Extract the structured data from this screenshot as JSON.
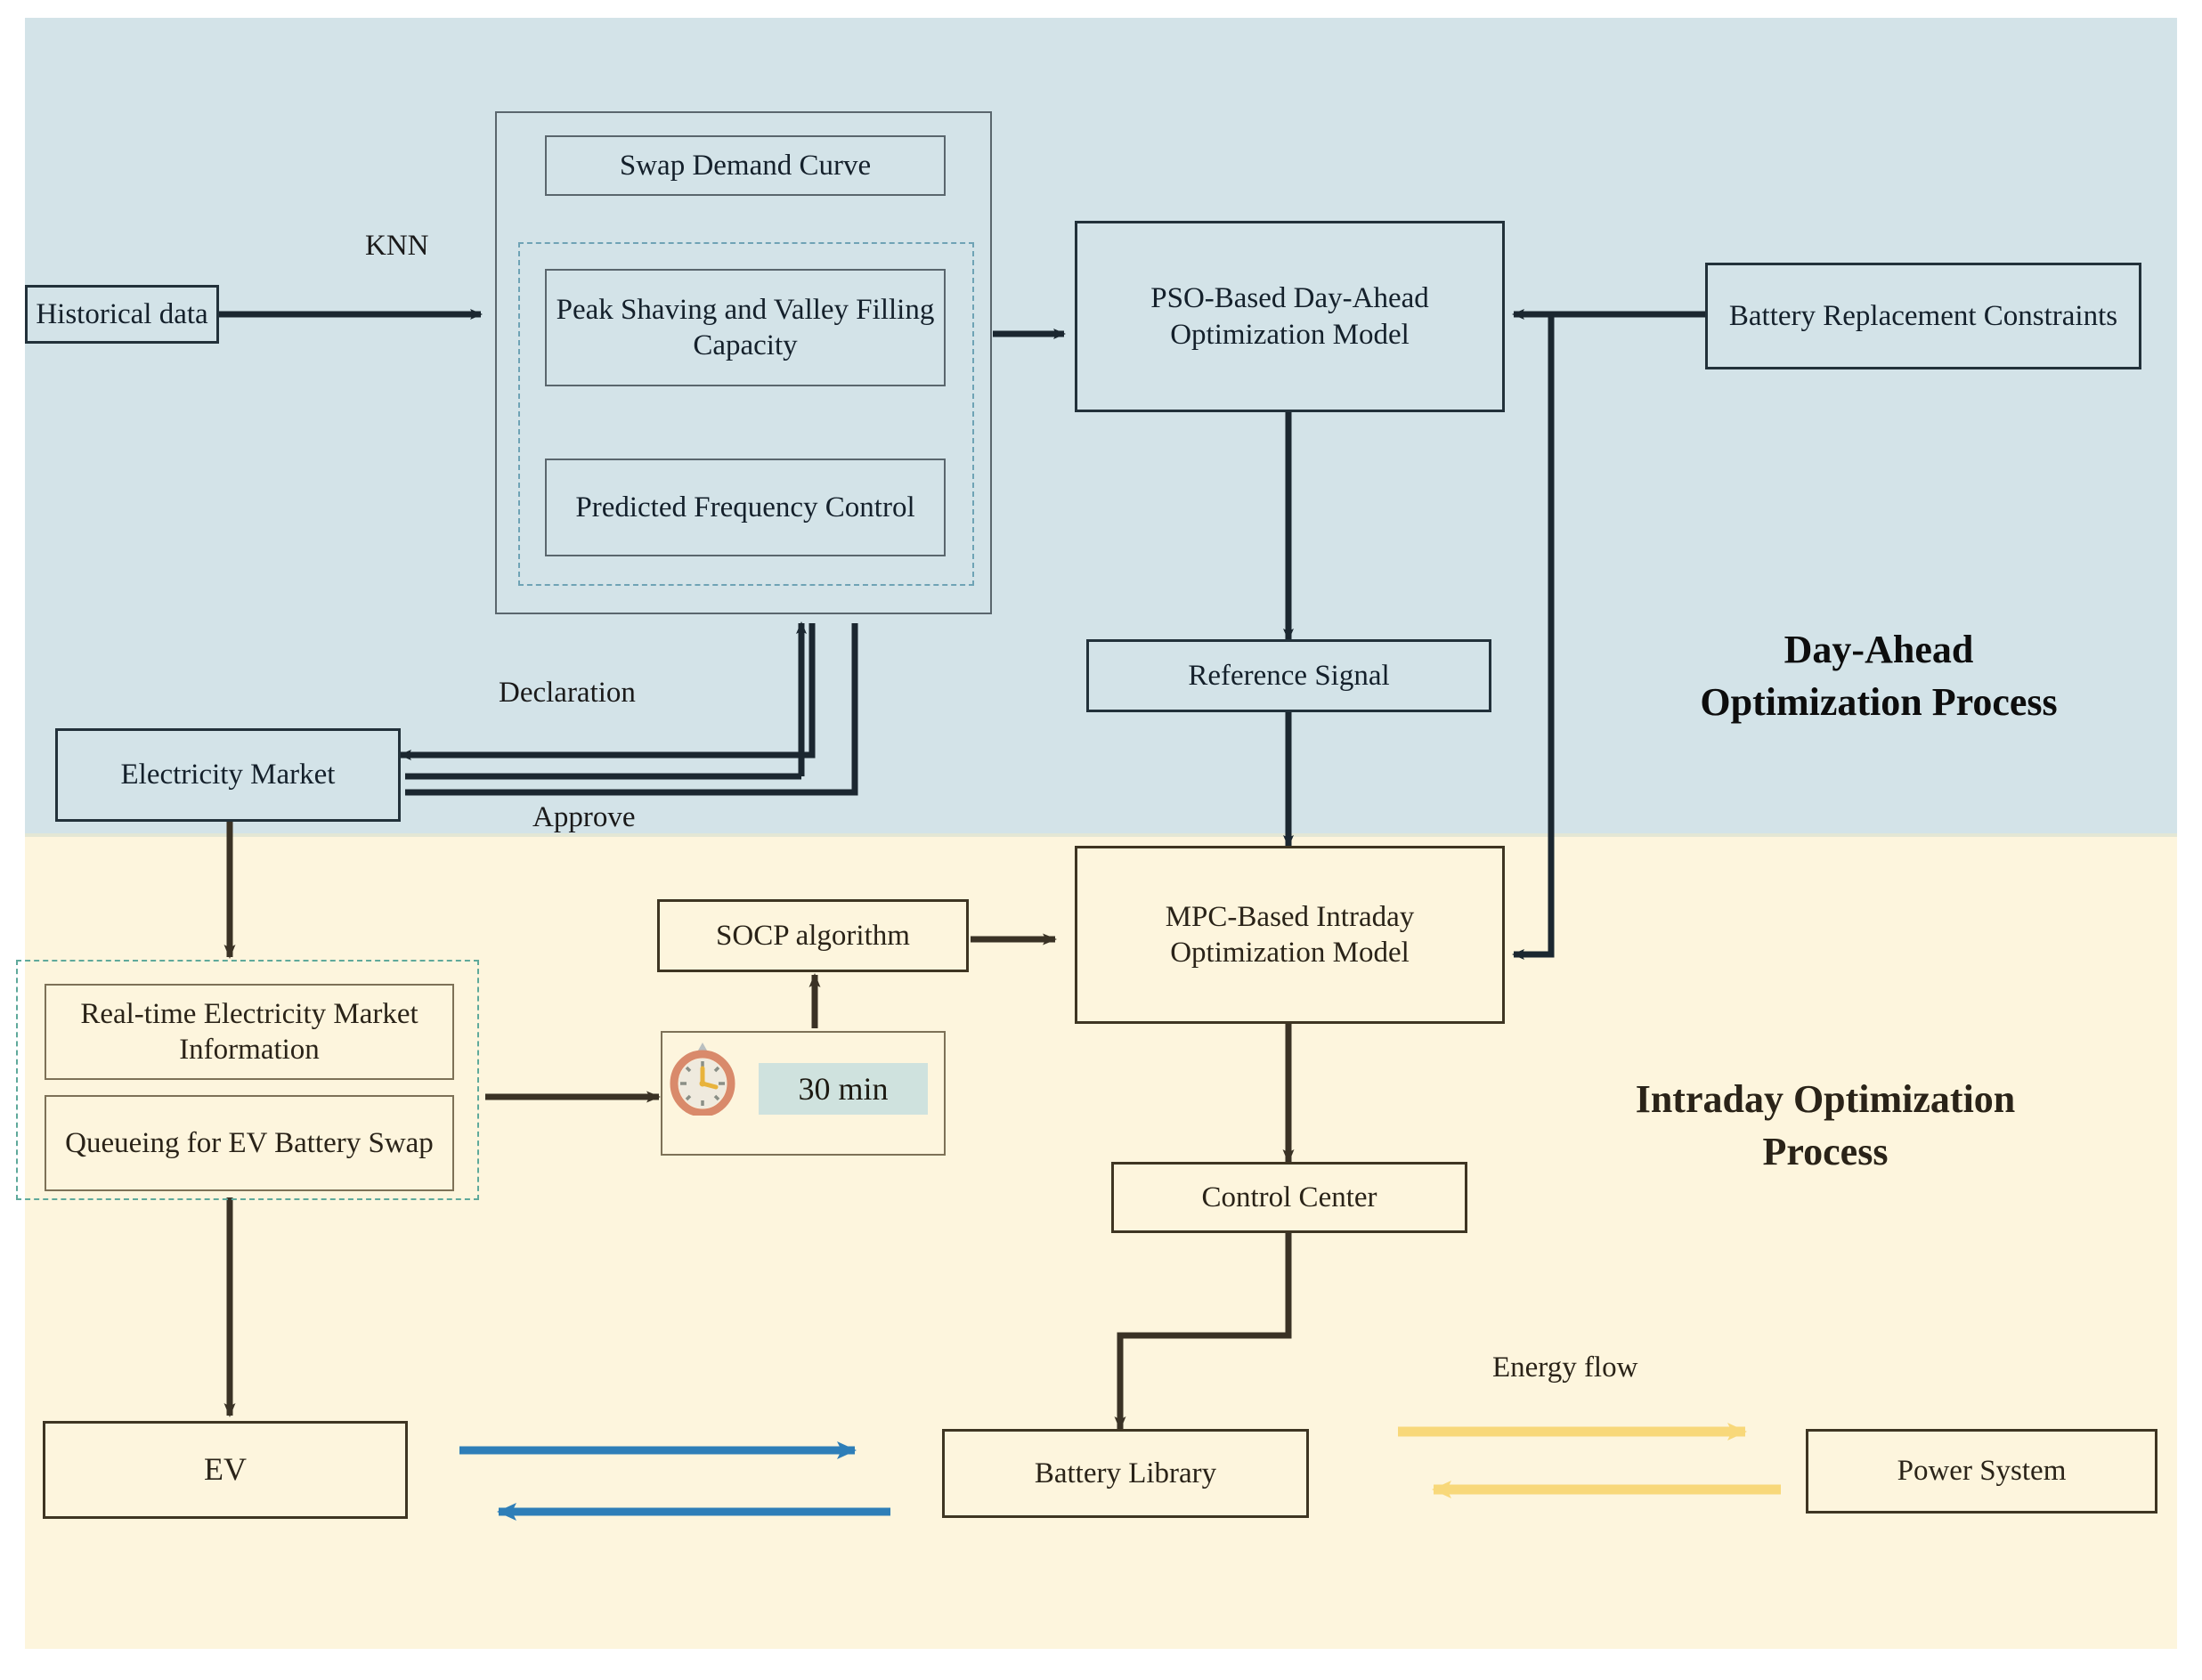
{
  "diagram": {
    "type": "flowchart",
    "sections": [
      {
        "id": "day-ahead",
        "title_line1": "Day-Ahead",
        "title_line2": "Optimization  Process",
        "bg_color": "#d3e3e8"
      },
      {
        "id": "intraday",
        "title_line1": "Intraday Optimization",
        "title_line2": "Process",
        "bg_color": "#fdf5dd"
      }
    ],
    "nodes": {
      "historical_data": "Historical data",
      "swap_demand_curve": "Swap Demand Curve",
      "peak_shaving": "Peak Shaving and Valley Filling Capacity",
      "predicted_frequency": "Predicted Frequency Control",
      "pso_model": "PSO-Based  Day-Ahead Optimization Model",
      "battery_constraints": "Battery Replacement Constraints",
      "reference_signal": "Reference Signal",
      "electricity_market": "Electricity Market",
      "realtime_market_info": "Real-time Electricity Market Information",
      "queueing_ev_swap": "Queueing for EV Battery Swap",
      "socp_algorithm": "SOCP algorithm",
      "timer_value": "30 min",
      "mpc_model": "MPC-Based  Intraday Optimization Model",
      "control_center": "Control Center",
      "ev": "EV",
      "battery_library": "Battery Library",
      "power_system": "Power System"
    },
    "edge_labels": {
      "knn": "KNN",
      "declaration": "Declaration",
      "approve": "Approve",
      "energy_flow": "Energy flow"
    },
    "icons": {
      "timer": "clock-icon"
    },
    "colors": {
      "day_ahead_bg": "#d3e3e8",
      "intraday_bg": "#fdf5dd",
      "divider": "#e3e7d5",
      "dark_outline": "#22313a",
      "cream_outline": "#3e3522",
      "dashed_blue": "#6fa3b5",
      "dashed_green": "#5fa99b",
      "swap_arrow_blue": "#2e7eb8",
      "energy_arrow_yellow": "#f8d87a",
      "chip_teal": "#cfe2de",
      "clock_ring": "#d98a6b",
      "clock_hands": "#e8b33c"
    }
  }
}
